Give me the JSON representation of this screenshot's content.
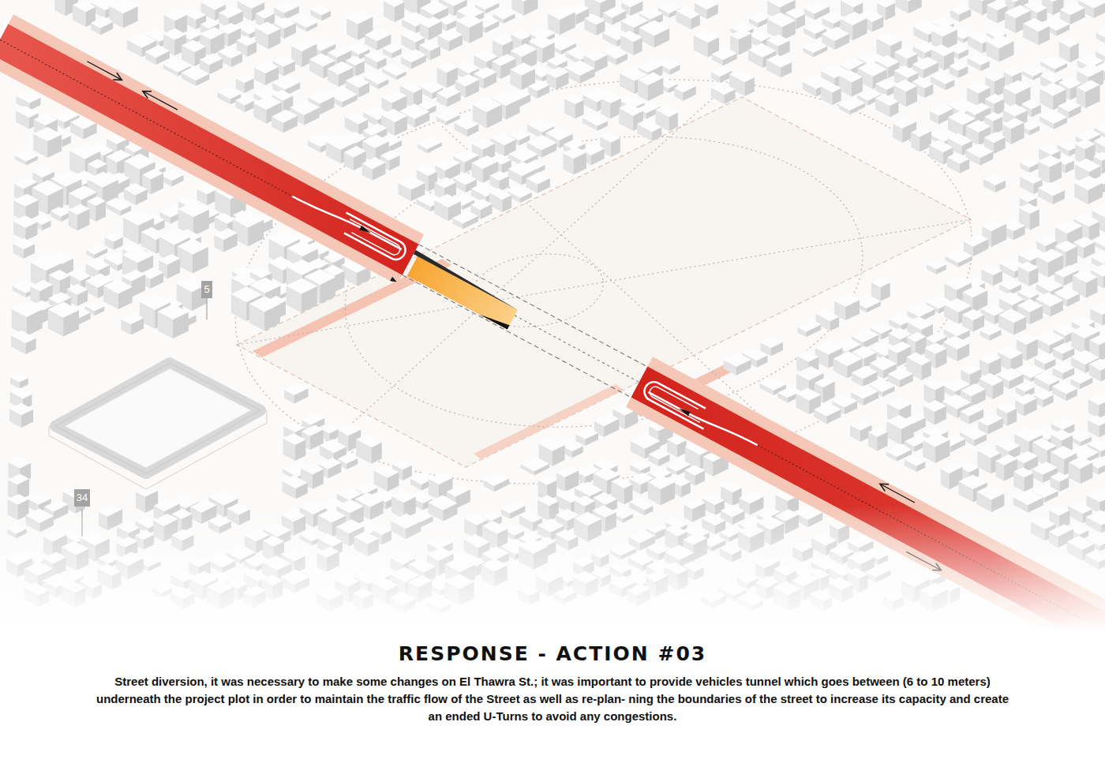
{
  "diagram": {
    "title": "RESPONSE - ACTION #03",
    "caption": "Street diversion, it was necessary to make some changes on El Thawra St.; it was important to provide vehicles tunnel which goes between (6 to 10 meters) underneath the project plot in order to maintain the traffic flow of the Street as well as re-plan- ning the boundaries of the street to increase its capacity and create an ended U-Turns to avoid any congestions.",
    "labels": [
      "5",
      "34"
    ]
  }
}
